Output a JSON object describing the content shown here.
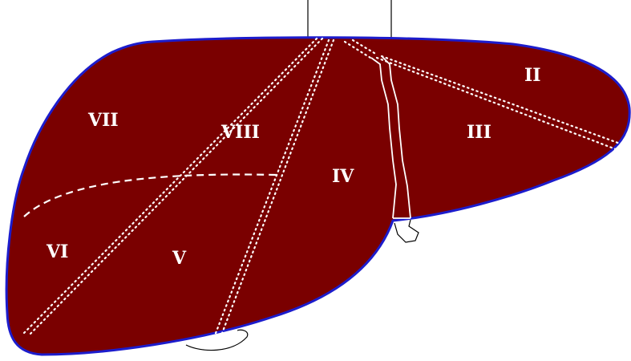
{
  "diagram": {
    "colors": {
      "parenchyma": "#7a0000",
      "outline": "#1c1ccc",
      "boundary": "#ffffff",
      "vessel": "#000000"
    },
    "segments": [
      {
        "id": "II",
        "label": "II"
      },
      {
        "id": "III",
        "label": "III"
      },
      {
        "id": "IV",
        "label": "IV"
      },
      {
        "id": "V",
        "label": "V"
      },
      {
        "id": "VI",
        "label": "VI"
      },
      {
        "id": "VII",
        "label": "VII"
      },
      {
        "id": "VIII",
        "label": "VIII"
      }
    ]
  }
}
